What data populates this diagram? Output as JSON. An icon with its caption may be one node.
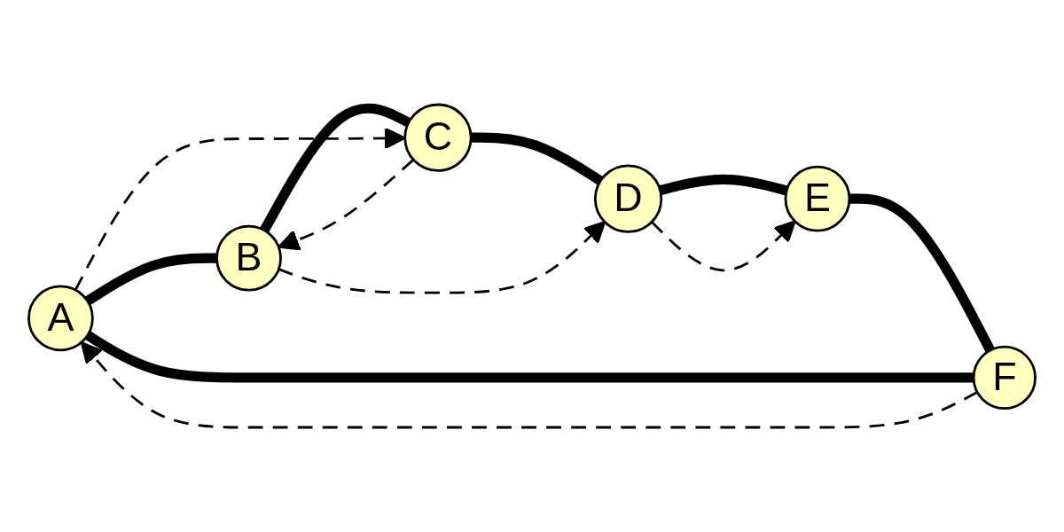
{
  "diagram": {
    "nodes": [
      {
        "text": [
          "A"
        ]
      },
      {
        "text": [
          "B"
        ]
      },
      {
        "text": [
          "C"
        ]
      },
      {
        "text": [
          "D"
        ]
      },
      {
        "text": [
          "E"
        ]
      },
      {
        "text": [
          "F"
        ]
      }
    ],
    "edges": [
      {
        "from": 0,
        "to": 1,
        "arrow": "none"
      },
      {
        "from": 1,
        "to": 2,
        "arrow": "none"
      },
      {
        "from": 2,
        "to": 3,
        "arrow": "none"
      },
      {
        "from": 3,
        "to": 4,
        "arrow": "none"
      },
      {
        "from": 4,
        "to": 5,
        "arrow": "none"
      },
      {
        "from": 5,
        "to": 0,
        "arrow": "none"
      },
      {
        "from": 5,
        "to": 0,
        "arrow": "to",
        "style": "dashed"
      },
      {
        "from": 0,
        "to": 2,
        "arrow": "to",
        "style": "dashed"
      },
      {
        "from": 2,
        "to": 1,
        "arrow": "to",
        "style": "dashed"
      },
      {
        "from": 1,
        "to": 3,
        "arrow": "to",
        "style": "dashed"
      },
      {
        "from": 3,
        "to": 4,
        "arrow": "to",
        "style": "dashed"
      }
    ]
  }
}
